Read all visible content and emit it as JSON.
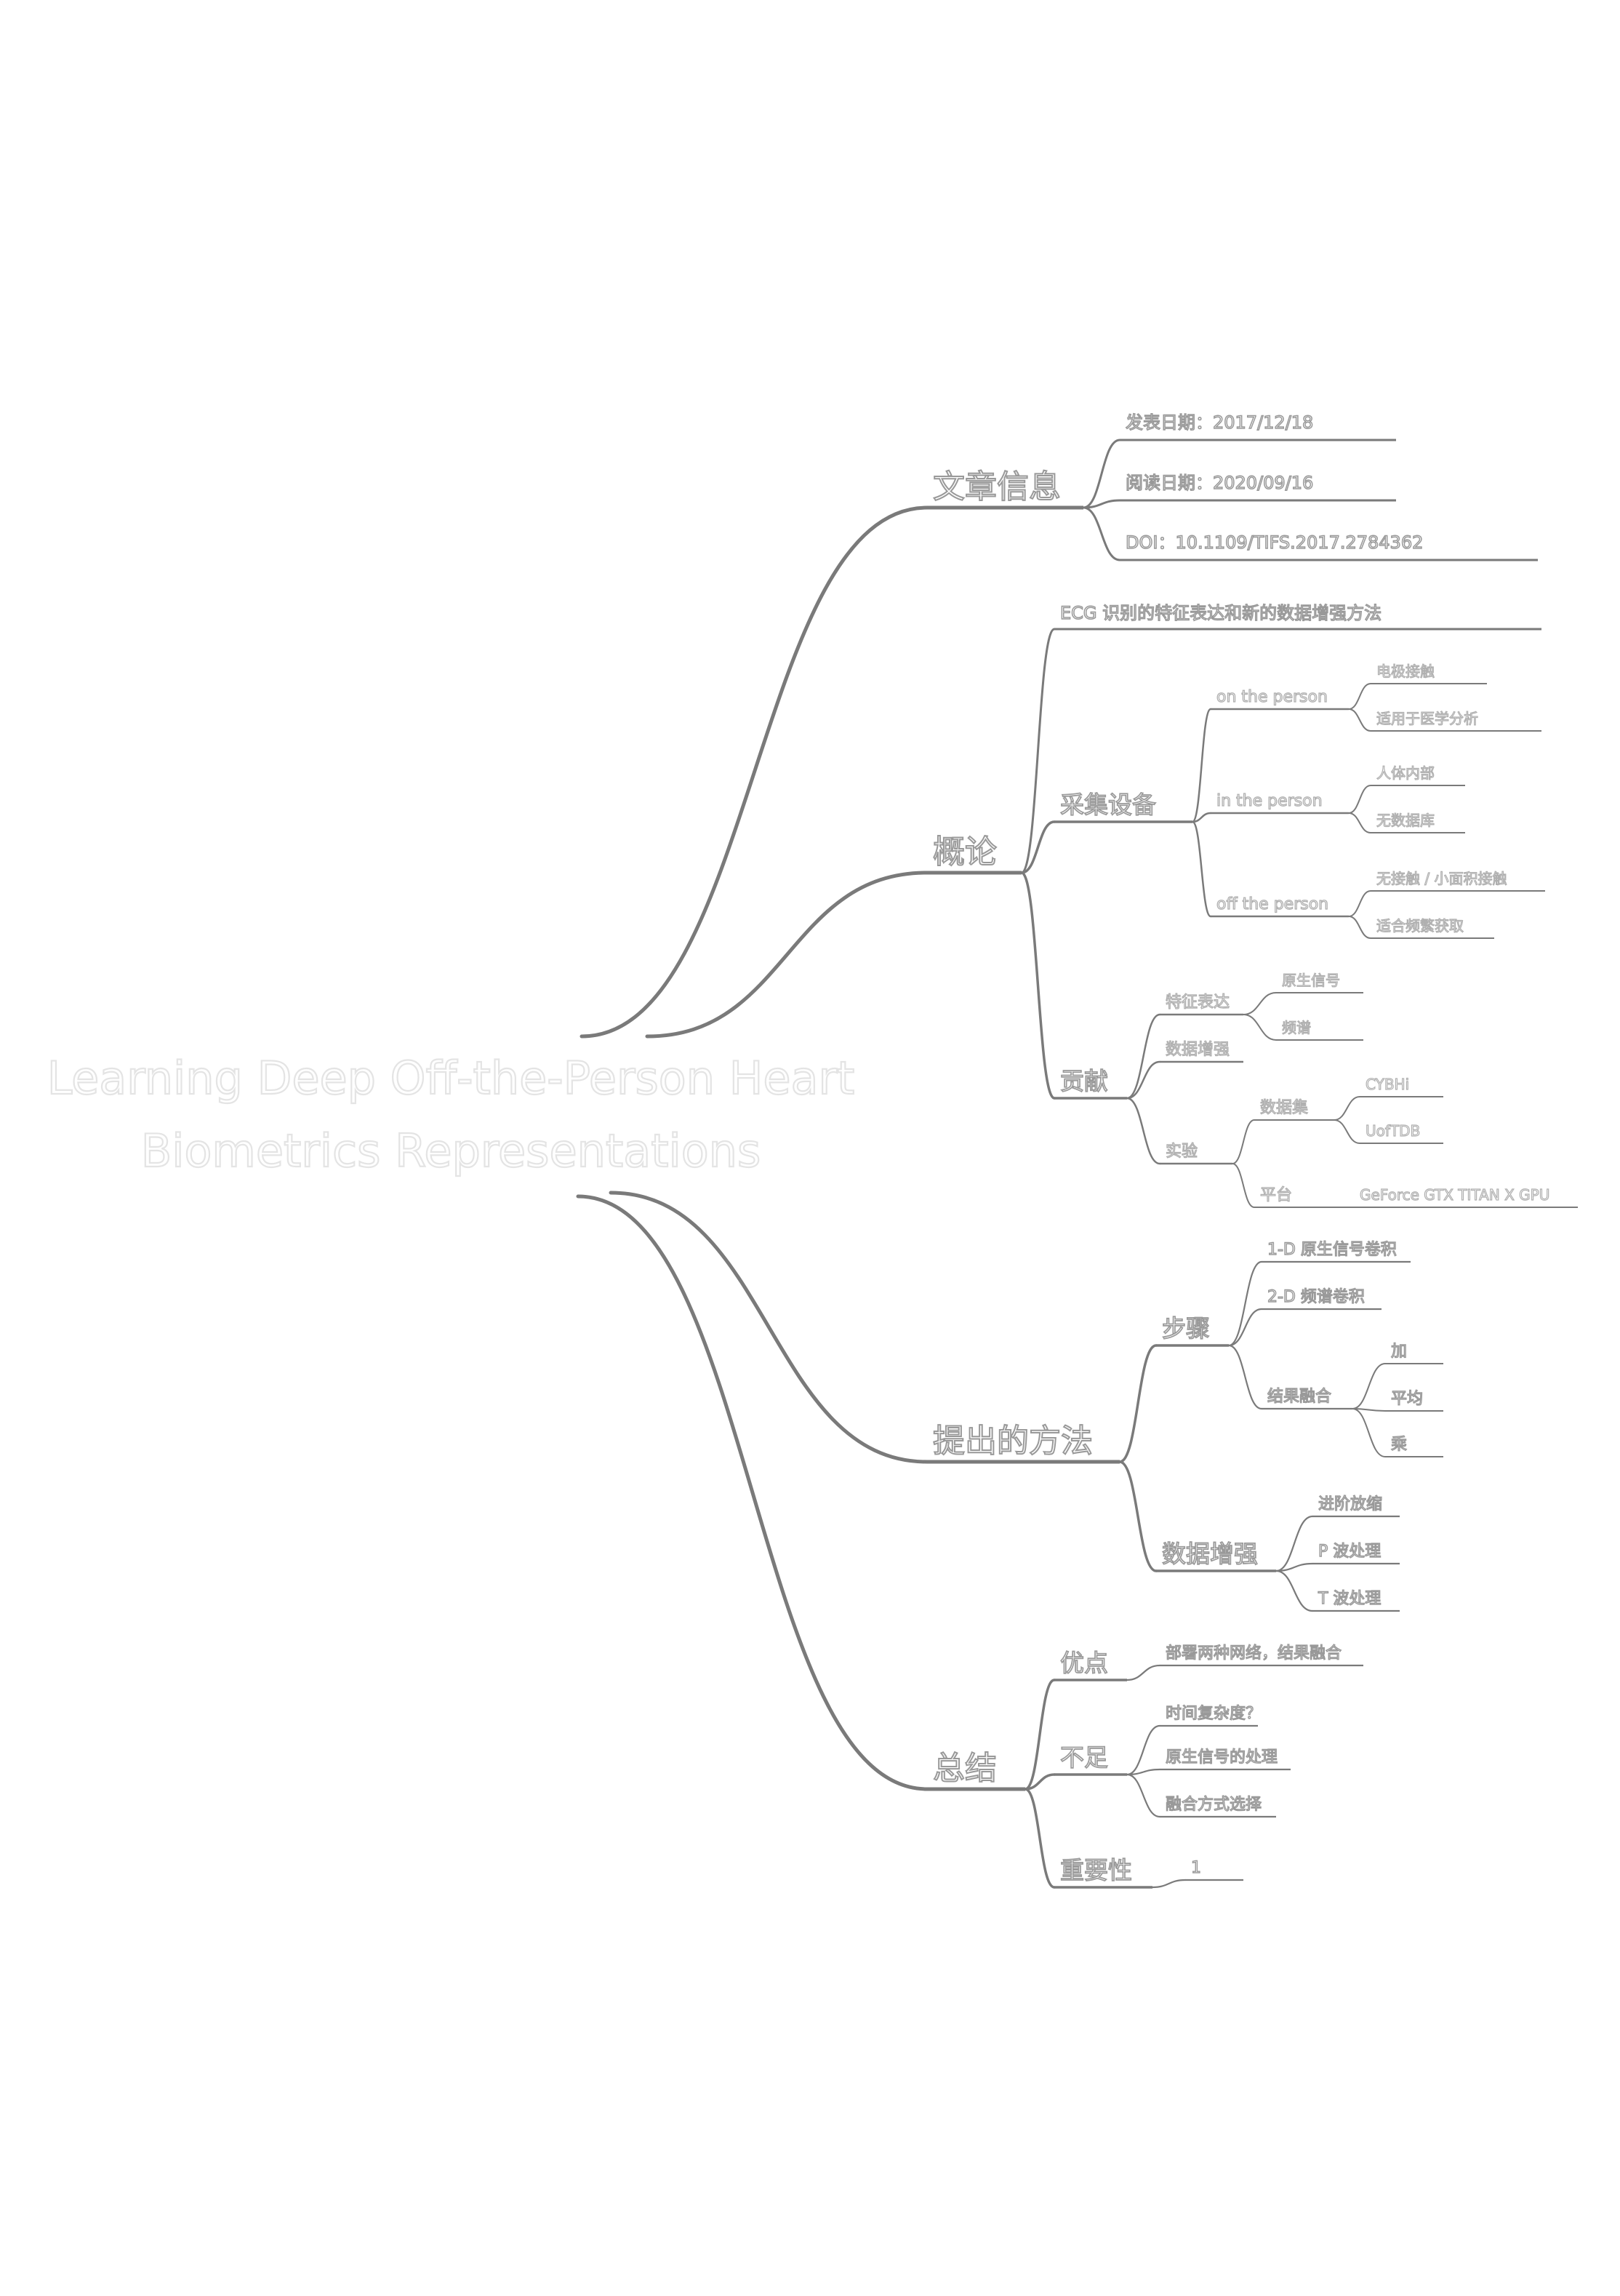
{
  "root": {
    "line1": "Learning Deep Off-the-Person Heart",
    "line2": "Biometrics Representations"
  },
  "colors": {
    "edge": "#7a7a7a",
    "text_fill": "#ffffff",
    "text_stroke": "#999999"
  },
  "branches": {
    "info": {
      "label": "文章信息",
      "pub_date": "发表日期：2017/12/18",
      "read_date": "阅读日期：2020/09/16",
      "doi": "DOI：10.1109/TIFS.2017.2784362"
    },
    "intro": {
      "label": "概论",
      "summary": "ECG 识别的特征表达和新的数据增强方法",
      "devices": {
        "label": "采集设备",
        "on": {
          "label": "on the person",
          "items": [
            "电极接触",
            "适用于医学分析"
          ]
        },
        "in": {
          "label": "in the person",
          "items": [
            "人体内部",
            "无数据库"
          ]
        },
        "off": {
          "label": "off the person",
          "items": [
            "无接触 / 小面积接触",
            "适合频繁获取"
          ]
        }
      },
      "contrib": {
        "label": "贡献",
        "feature": {
          "label": "特征表达",
          "items": [
            "原生信号",
            "频谱"
          ]
        },
        "augment": "数据增强",
        "experiment": {
          "label": "实验",
          "datasets": {
            "label": "数据集",
            "items": [
              "CYBHi",
              "UofTDB"
            ]
          },
          "platform": {
            "label": "平台",
            "value": "GeForce GTX TITAN X GPU"
          }
        }
      }
    },
    "method": {
      "label": "提出的方法",
      "steps": {
        "label": "步骤",
        "items": [
          "1-D 原生信号卷积",
          "2-D 频谱卷积"
        ],
        "fusion": {
          "label": "结果融合",
          "items": [
            "加",
            "平均",
            "乘"
          ]
        }
      },
      "augment": {
        "label": "数据增强",
        "items": [
          "进阶放缩",
          "P 波处理",
          "T 波处理"
        ]
      }
    },
    "summary": {
      "label": "总结",
      "pros": {
        "label": "优点",
        "value": "部署两种网络，结果融合"
      },
      "cons": {
        "label": "不足",
        "items": [
          "时间复杂度？",
          "原生信号的处理",
          "融合方式选择"
        ]
      },
      "importance": {
        "label": "重要性",
        "value": "1"
      }
    }
  }
}
